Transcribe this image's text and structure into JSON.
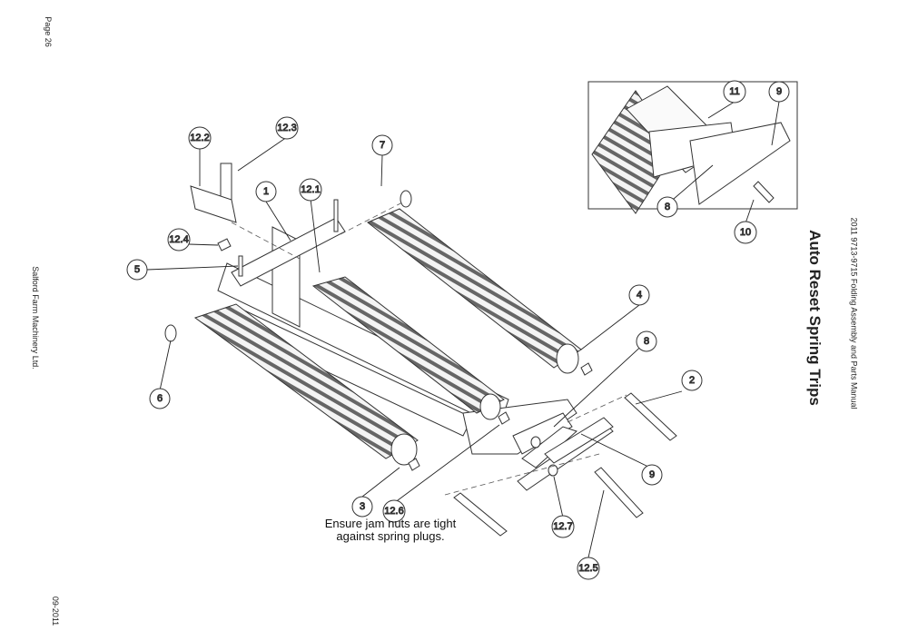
{
  "page": {
    "page_number": "Page 26",
    "company": "Salford Farm Machinery Ltd.",
    "date": "09-2011",
    "manual_title": "2011 9713-9715 Folding Assembly and Parts Manual",
    "section_title": "Auto Reset Spring Trips"
  },
  "diagram": {
    "note_line1": "Ensure jam nuts are tight",
    "note_line2": "against spring plugs.",
    "callouts": {
      "c1": "1",
      "c2": "2",
      "c3": "3",
      "c4": "4",
      "c5": "5",
      "c6": "6",
      "c7": "7",
      "c8a": "8",
      "c8b": "8",
      "c9a": "9",
      "c9b": "9",
      "c10": "10",
      "c11": "11",
      "c12_1": "12.1",
      "c12_2": "12.2",
      "c12_3": "12.3",
      "c12_4": "12.4",
      "c12_5": "12.5",
      "c12_6": "12.6",
      "c12_7": "12.7"
    }
  }
}
